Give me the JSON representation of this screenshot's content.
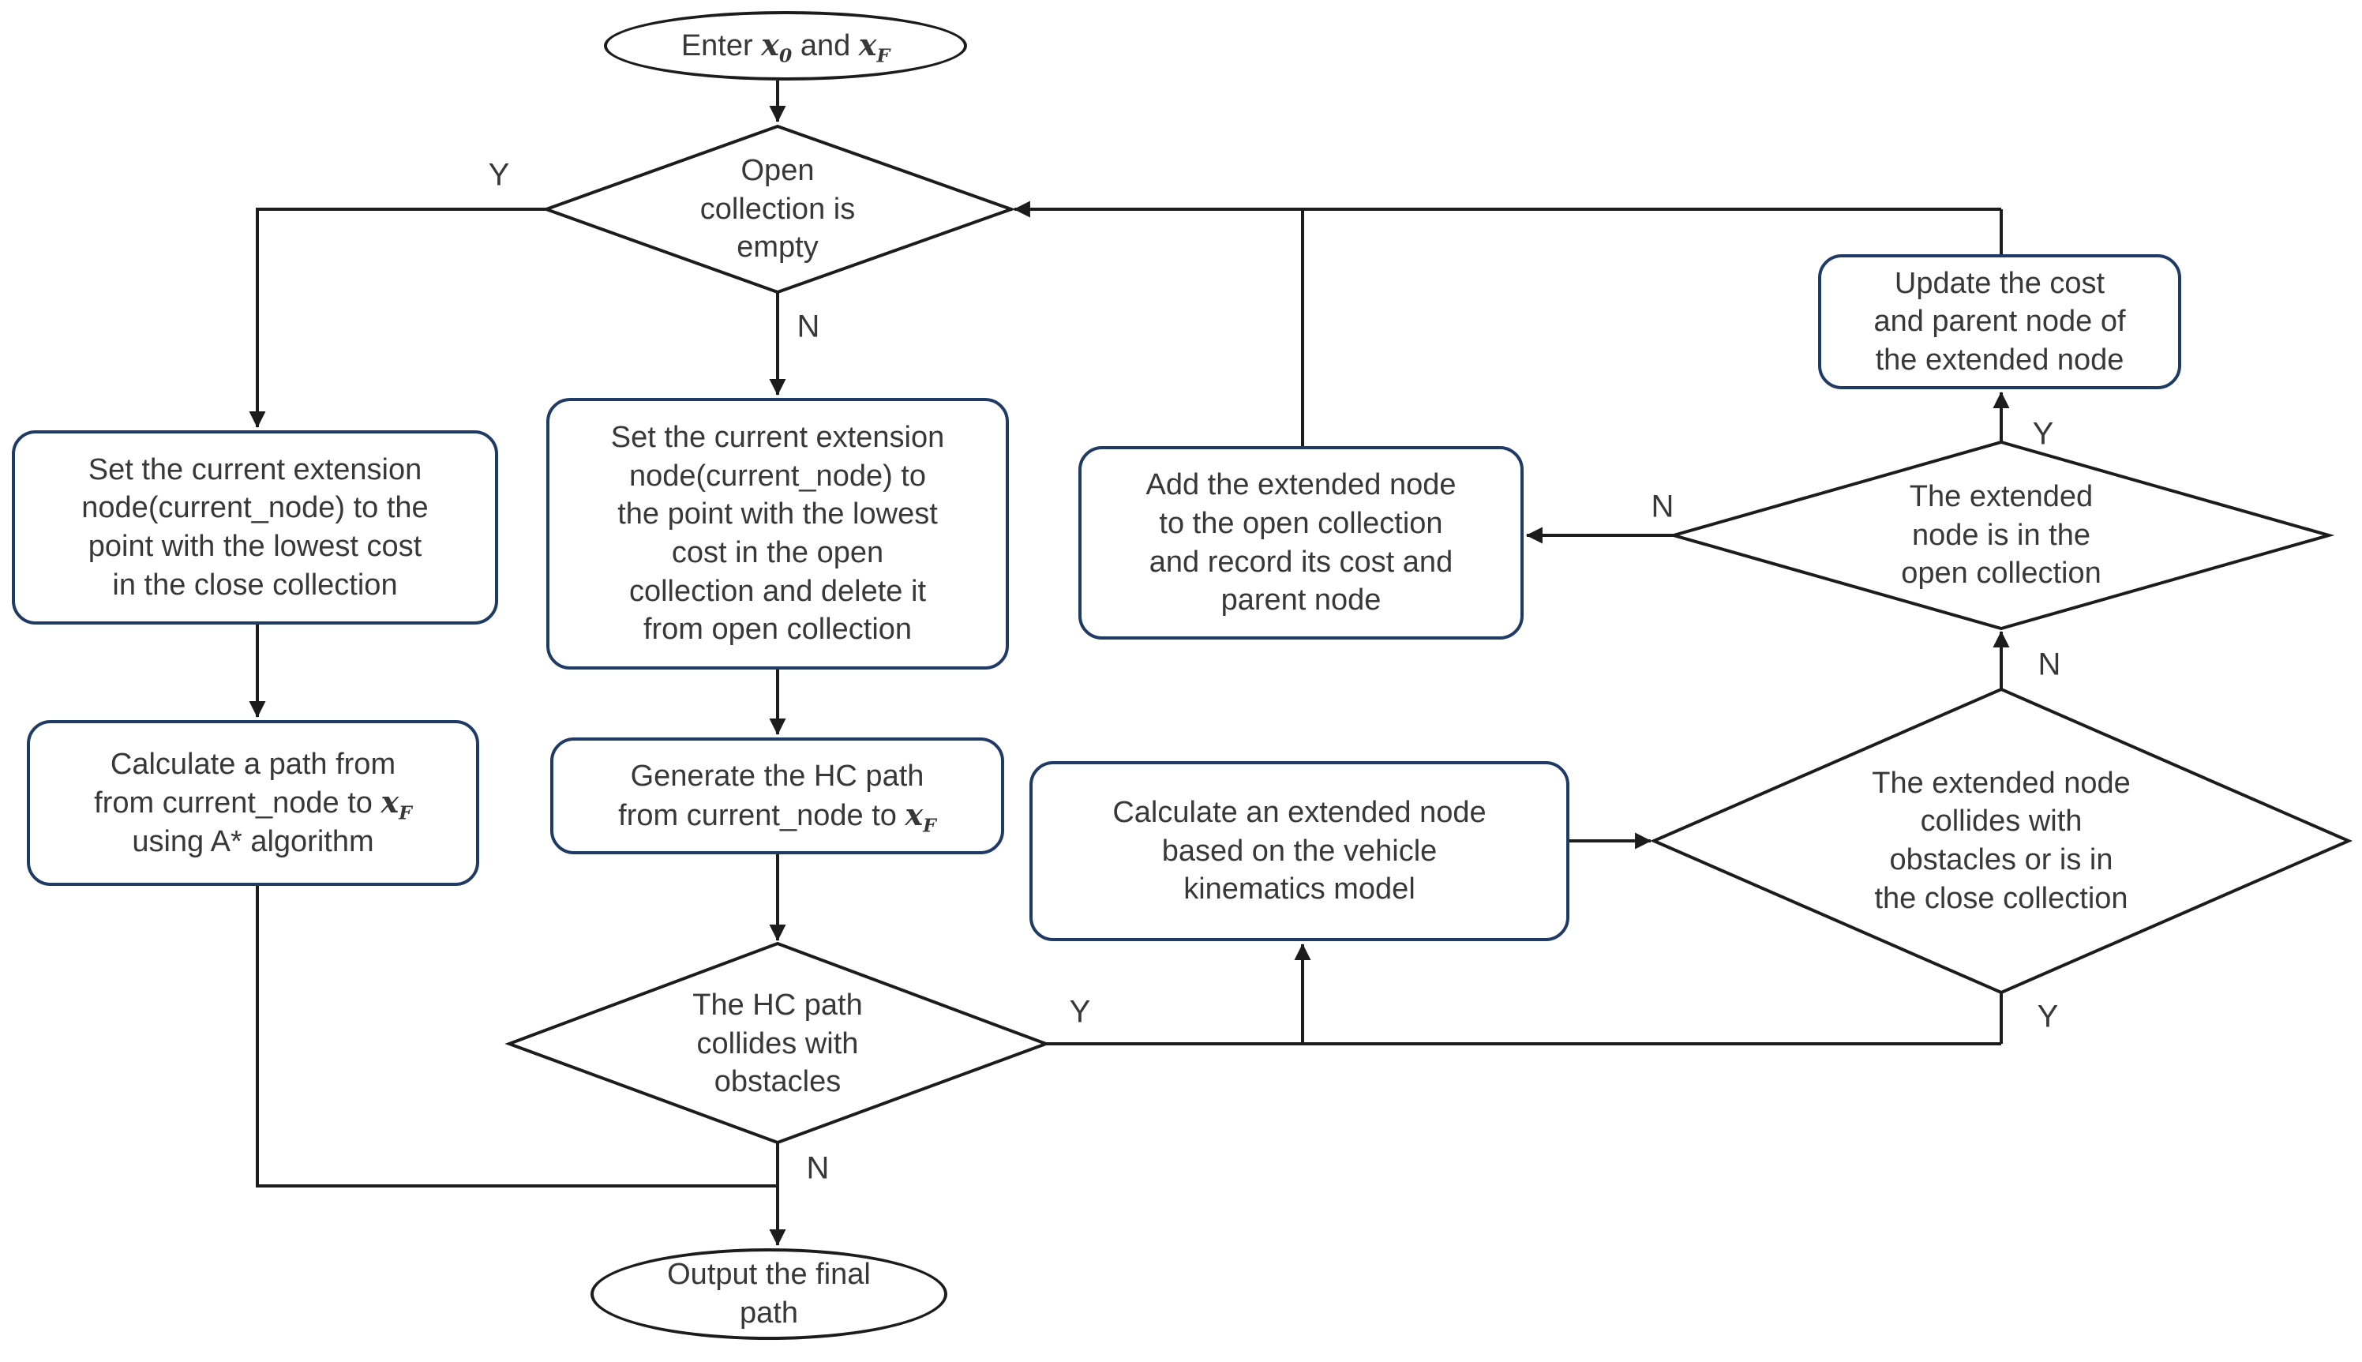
{
  "diagram": {
    "type": "flowchart",
    "description": "Hybrid A* / HC path planning algorithm flowchart"
  },
  "colors": {
    "process_border": "#1f3a64",
    "terminal_border": "#1c1c1c",
    "diamond_border": "#1c1c1c",
    "connector": "#1c1c1c",
    "text": "#383838",
    "background": "#ffffff"
  },
  "nodes": {
    "start": {
      "shape": "ellipse",
      "text1": "Enter ",
      "var1": "x",
      "sub1": "0",
      "text2": " and ",
      "var2": "x",
      "sub2": "F"
    },
    "open_empty": {
      "shape": "diamond",
      "label": "Open\ncollection is\nempty"
    },
    "set_close": {
      "shape": "process",
      "label": "Set the current extension\nnode(current_node) to the\npoint with the lowest cost\nin the close collection"
    },
    "set_open": {
      "shape": "process",
      "label": "Set the current extension\nnode(current_node) to\nthe point with the lowest\ncost in the open\ncollection and delete it\nfrom open collection"
    },
    "add_node": {
      "shape": "process",
      "label": "Add the extended node\nto the open collection\nand record its cost and\nparent node"
    },
    "update_cost": {
      "shape": "process",
      "label": "Update the cost\nand parent node of\nthe extended node"
    },
    "in_open": {
      "shape": "diamond",
      "label": "The extended\nnode is in the\nopen collection"
    },
    "collides_close": {
      "shape": "diamond",
      "label": "The extended node\ncollides with\nobstacles or is in\nthe close collection"
    },
    "calc_extended": {
      "shape": "process",
      "label": "Calculate an extended node\nbased on the vehicle\nkinematics model"
    },
    "gen_hc": {
      "shape": "process",
      "text1": "Generate the HC path\nfrom current_node to ",
      "var1": "x",
      "sub1": "F"
    },
    "calc_path": {
      "shape": "process",
      "text1": "Calculate a path from\nfrom current_node to ",
      "var1": "x",
      "sub1": "F",
      "text2": "\nusing A* algorithm"
    },
    "hc_collides": {
      "shape": "diamond",
      "label": "The HC path\ncollides with\nobstacles"
    },
    "end": {
      "shape": "ellipse",
      "label": "Output the final\npath"
    }
  },
  "edge_labels": {
    "open_empty_yes": "Y",
    "open_empty_no": "N",
    "hc_collides_yes": "Y",
    "hc_collides_no": "N",
    "collides_close_yes": "Y",
    "collides_close_no": "N",
    "in_open_yes": "Y",
    "in_open_no": "N"
  },
  "edges": [
    {
      "from": "start",
      "to": "open_empty",
      "branch": ""
    },
    {
      "from": "open_empty",
      "to": "set_close",
      "branch": "Y"
    },
    {
      "from": "open_empty",
      "to": "set_open",
      "branch": "N"
    },
    {
      "from": "set_close",
      "to": "calc_path",
      "branch": ""
    },
    {
      "from": "calc_path",
      "to": "end",
      "branch": ""
    },
    {
      "from": "set_open",
      "to": "gen_hc",
      "branch": ""
    },
    {
      "from": "gen_hc",
      "to": "hc_collides",
      "branch": ""
    },
    {
      "from": "hc_collides",
      "to": "end",
      "branch": "N"
    },
    {
      "from": "hc_collides",
      "to": "calc_extended",
      "branch": "Y"
    },
    {
      "from": "calc_extended",
      "to": "collides_close",
      "branch": ""
    },
    {
      "from": "collides_close",
      "to": "calc_extended",
      "branch": "Y"
    },
    {
      "from": "collides_close",
      "to": "in_open",
      "branch": "N"
    },
    {
      "from": "in_open",
      "to": "add_node",
      "branch": "N"
    },
    {
      "from": "in_open",
      "to": "update_cost",
      "branch": "Y"
    },
    {
      "from": "add_node",
      "to": "open_empty",
      "branch": ""
    },
    {
      "from": "update_cost",
      "to": "open_empty",
      "branch": ""
    }
  ]
}
